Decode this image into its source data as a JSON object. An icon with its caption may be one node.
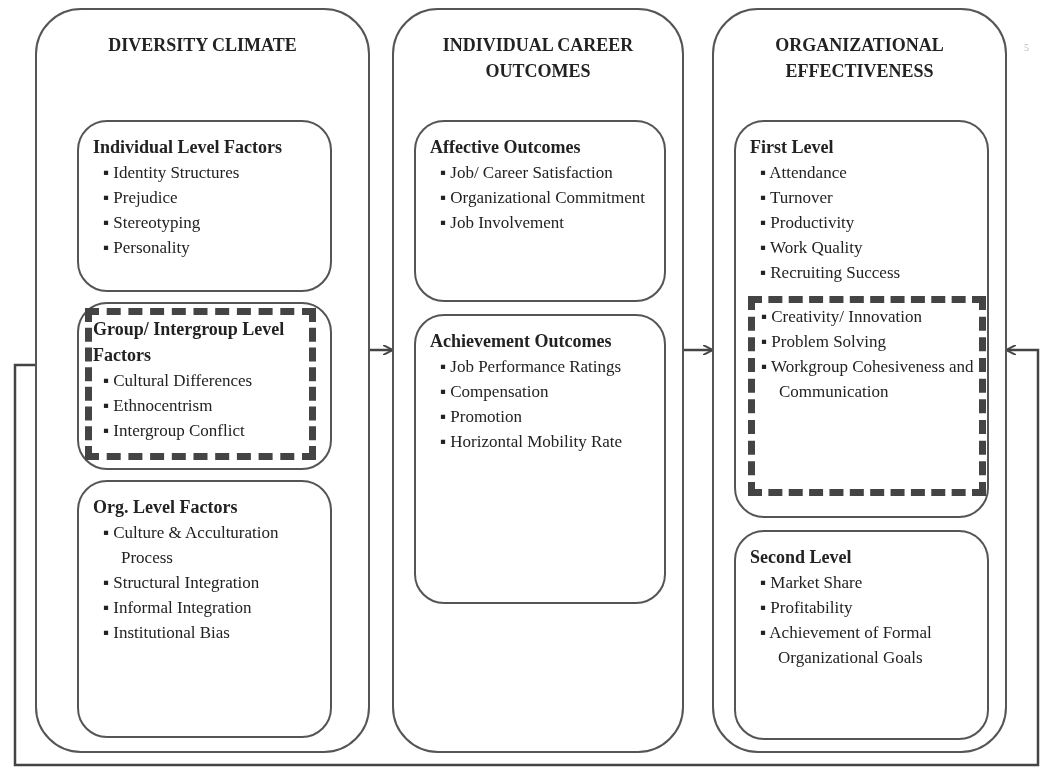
{
  "diagram": {
    "nodes": [
      {
        "text": [
          "DIVERSITY CLIMATE"
        ]
      },
      {
        "text": [
          "Individual Level Factors",
          "▪ Identity Structures",
          "▪ Prejudice",
          "▪ Stereotyping",
          "▪ Personality"
        ],
        "in": 0
      },
      {
        "text": [
          "Group/ Intergroup Level Factors",
          "▪ Cultural Differences",
          "▪ Ethnocentrism",
          "▪ Intergroup Conflict"
        ],
        "in": 0
      },
      {
        "text": [
          "Org. Level Factors",
          "▪ Culture & Acculturation Process",
          "▪ Structural Integration",
          "▪ Informal Integration",
          "▪ Institutional Bias"
        ],
        "in": 0
      },
      {
        "text": [
          "INDIVIDUAL CAREER OUTCOMES"
        ]
      },
      {
        "text": [
          "Affective Outcomes",
          "▪ Job/ Career Satisfaction",
          "▪ Organizational Commitment",
          "▪ Job Involvement"
        ],
        "in": 4
      },
      {
        "text": [
          "Achievement Outcomes",
          "▪ Job Performance Ratings",
          "▪ Compensation",
          "▪ Promotion",
          "▪ Horizontal Mobility Rate"
        ],
        "in": 4
      },
      {
        "text": [
          "ORGANIZATIONAL EFFECTIVENESS"
        ]
      },
      {
        "text": [
          "First Level",
          "▪ Attendance",
          "▪ Turnover",
          "▪ Productivity",
          "▪ Work Quality",
          "▪ Recruiting Success"
        ],
        "in": 7
      },
      {
        "text": [
          "▪ Creativity/ Innovation",
          "▪ Problem Solving",
          "▪ Workgroup Cohesiveness and Communication"
        ],
        "in": 8
      },
      {
        "text": [
          "Second Level",
          "▪ Market Share",
          "▪ Profitability",
          "▪ Achievement of Formal Organizational Goals"
        ],
        "in": 7
      }
    ],
    "edges": [
      {
        "from": 0,
        "to": 4,
        "arrow": "to"
      },
      {
        "from": 4,
        "to": 7,
        "arrow": "to"
      },
      {
        "from": 0,
        "to": 7,
        "arrow": "to"
      }
    ],
    "labels": [
      "5"
    ]
  }
}
